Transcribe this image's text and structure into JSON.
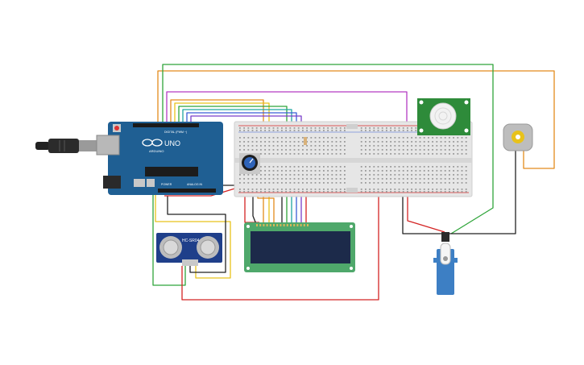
{
  "arduino": {
    "brand": "UNO",
    "maker": "ARDUINO",
    "digital_label": "DIGITAL (PWM ~)",
    "power_label": "POWER",
    "analog_label": "ANALOG IN"
  },
  "ultrasonic": {
    "model": "HC-SR04"
  },
  "colors": {
    "board_blue": "#1f5f93",
    "breadboard": "#e6e6e6",
    "lcd_pcb": "#4fa86b",
    "lcd_screen": "#1c2a4a",
    "pir_pcb": "#2e8b3a",
    "servo": "#3d7fc4",
    "wire_red": "#d42424",
    "wire_green": "#2fa53a",
    "wire_orange": "#e38b1c",
    "wire_yellow": "#e8c21a",
    "wire_purple": "#b43bc2",
    "wire_blue": "#3a5fd6",
    "wire_black": "#222222"
  },
  "icons": [
    "usb-cable-icon",
    "potentiometer-knob-icon",
    "pir-dome-icon",
    "dc-motor-icon",
    "servo-horn-icon"
  ]
}
